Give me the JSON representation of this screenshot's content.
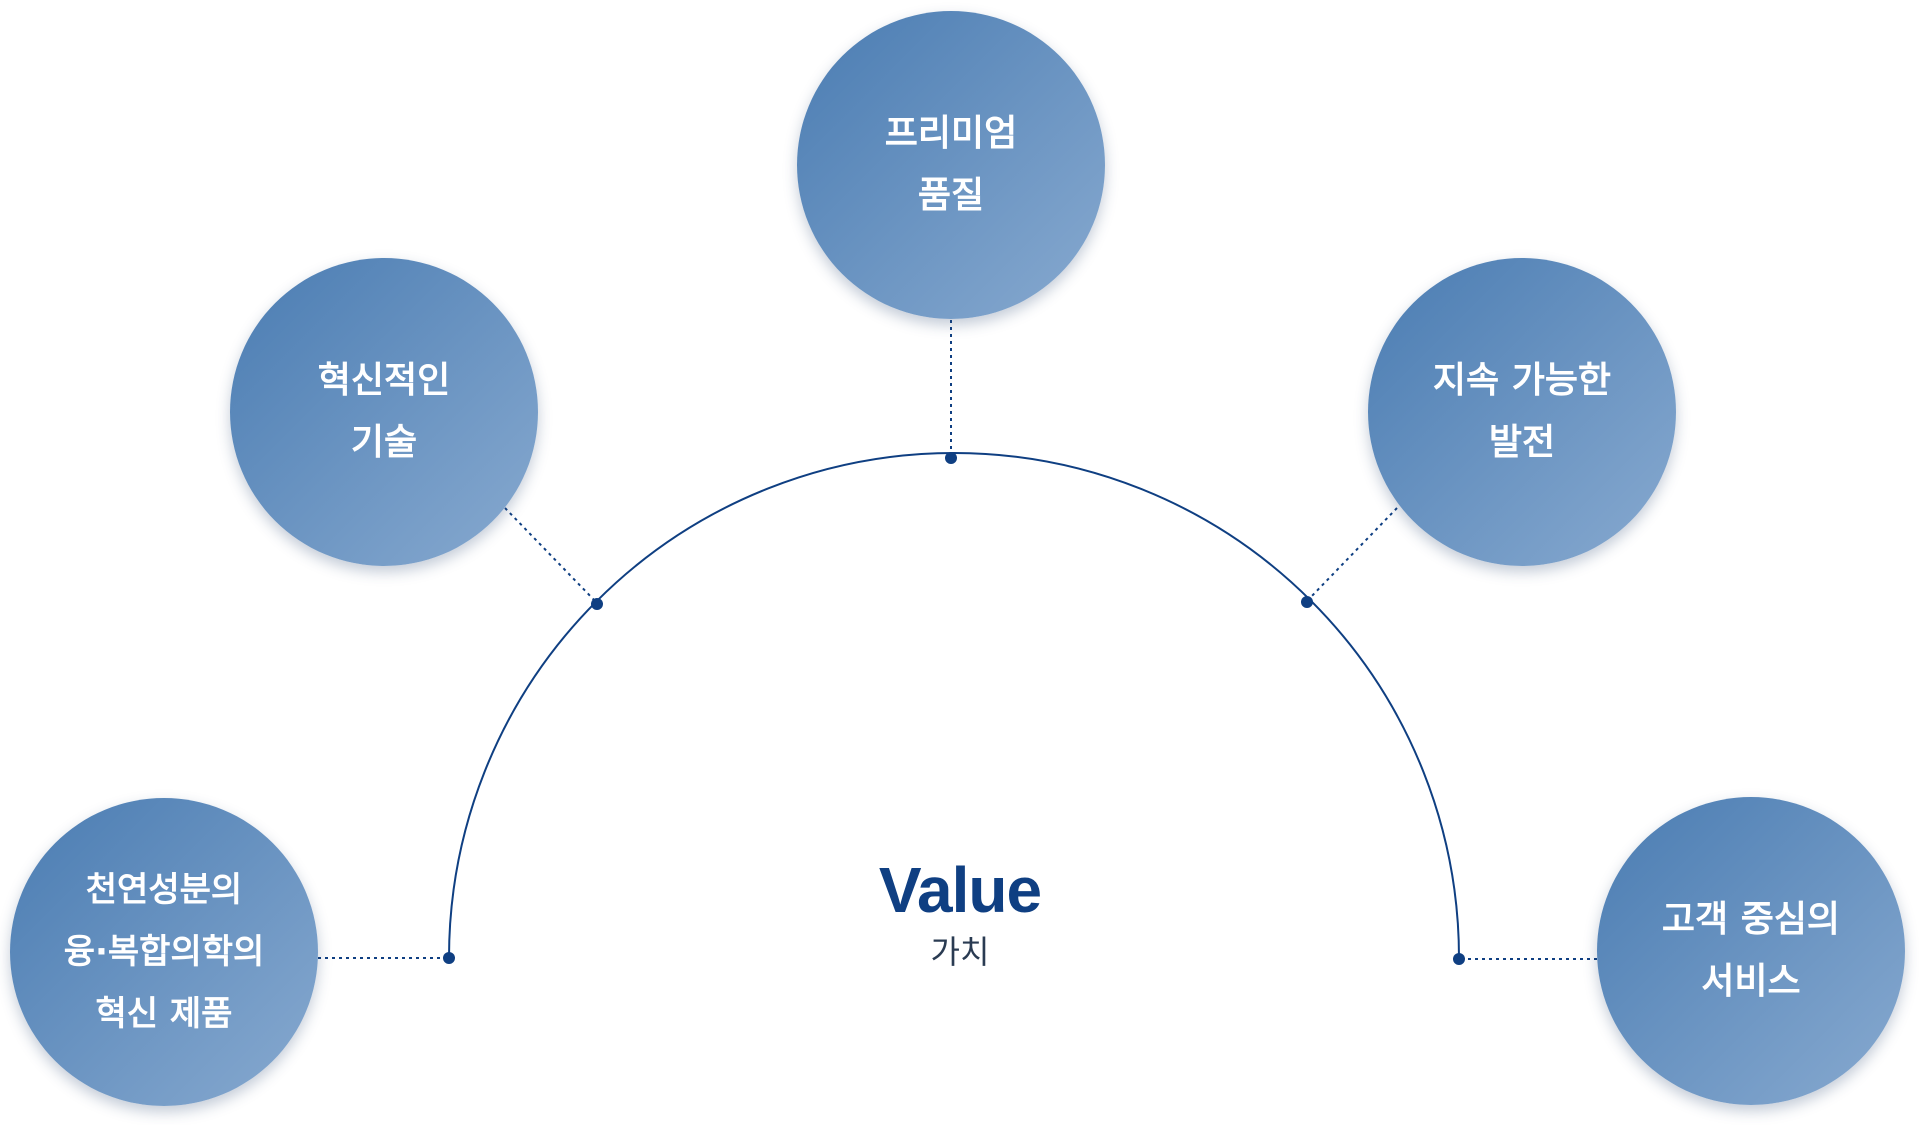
{
  "colors": {
    "accent": "#0f3f82",
    "node_light": "#88aad0",
    "node_dark": "#4a7cb2",
    "subtitle": "#2a3b52"
  },
  "center": {
    "title": "Value",
    "subtitle": "가치"
  },
  "nodes": [
    {
      "id": "top",
      "lines": [
        "프리미엄",
        "품질"
      ]
    },
    {
      "id": "upper-left",
      "lines": [
        "혁신적인",
        "기술"
      ]
    },
    {
      "id": "upper-right",
      "lines": [
        "지속 가능한",
        "발전"
      ]
    },
    {
      "id": "lower-left",
      "lines": [
        "천연성분의",
        "융·복합의학의",
        "혁신 제품"
      ]
    },
    {
      "id": "lower-right",
      "lines": [
        "고객 중심의",
        "서비스"
      ]
    }
  ]
}
